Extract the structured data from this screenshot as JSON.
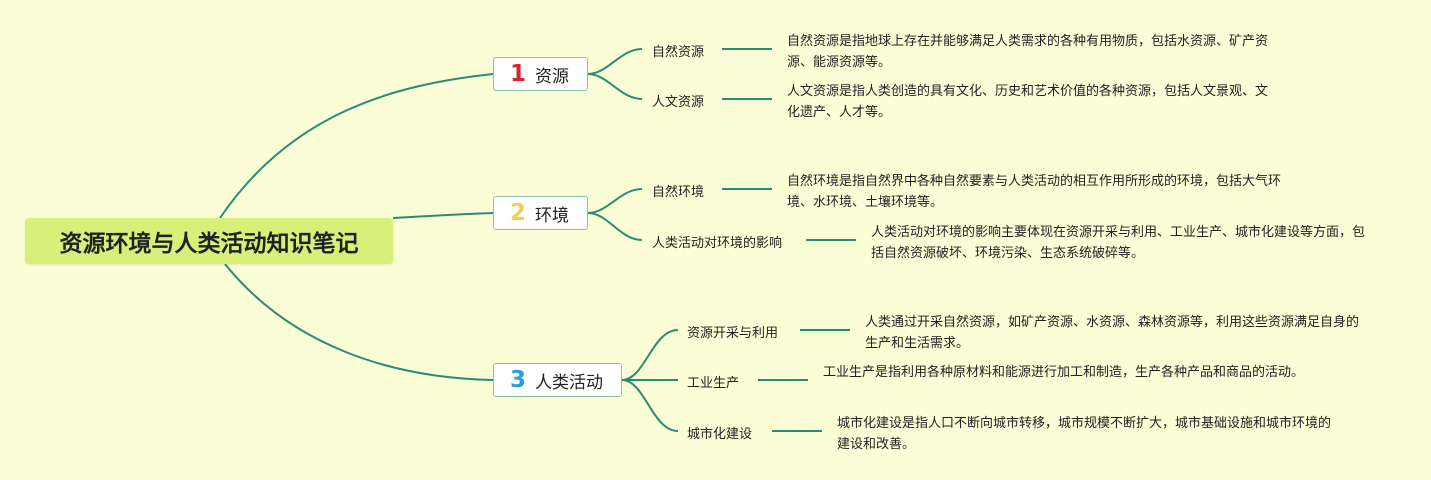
{
  "root": {
    "title": "资源环境与人类活动知识笔记"
  },
  "colors": {
    "line": "#2a8c74",
    "background": "#fafdd6",
    "root_fill": "#d8ef7a",
    "num1": "#d42534",
    "num2": "#f2cf5c",
    "num3": "#2a9be0"
  },
  "branches": [
    {
      "num": "1",
      "label": "资源",
      "children": [
        {
          "label": "自然资源",
          "desc": "自然资源是指地球上存在并能够满足人类需求的各种有用物质，包括水资源、矿产资源、能源资源等。"
        },
        {
          "label": "人文资源",
          "desc": "人文资源是指人类创造的具有文化、历史和艺术价值的各种资源，包括人文景观、文化遗产、人才等。"
        }
      ]
    },
    {
      "num": "2",
      "label": "环境",
      "children": [
        {
          "label": "自然环境",
          "desc": "自然环境是指自然界中各种自然要素与人类活动的相互作用所形成的环境，包括大气环境、水环境、土壤环境等。"
        },
        {
          "label": "人类活动对环境的影响",
          "desc": "人类活动对环境的影响主要体现在资源开采与利用、工业生产、城市化建设等方面，包括自然资源破坏、环境污染、生态系统破碎等。"
        }
      ]
    },
    {
      "num": "3",
      "label": "人类活动",
      "children": [
        {
          "label": "资源开采与利用",
          "desc": "人类通过开采自然资源，如矿产资源、水资源、森林资源等，利用这些资源满足自身的生产和生活需求。"
        },
        {
          "label": "工业生产",
          "desc": "工业生产是指利用各种原材料和能源进行加工和制造，生产各种产品和商品的活动。"
        },
        {
          "label": "城市化建设",
          "desc": "城市化建设是指人口不断向城市转移，城市规模不断扩大，城市基础设施和城市环境的建设和改善。"
        }
      ]
    }
  ]
}
